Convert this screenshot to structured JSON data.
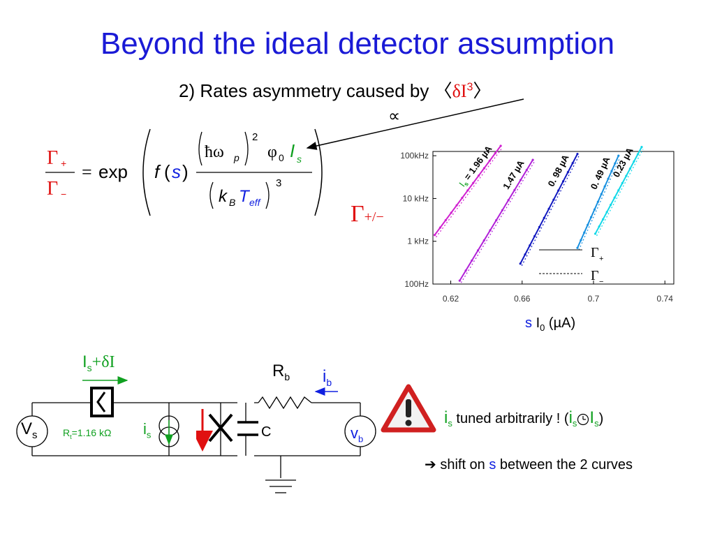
{
  "slide": {
    "title": "Beyond the ideal detector assumption",
    "subtitle_text": "2) Rates asymmetry caused by ",
    "subtitle_dI": "δI",
    "subtitle_pow": "3",
    "propto": "∝"
  },
  "formula": {
    "gamma_plus": "Γ",
    "plus_sign": "+",
    "gamma_minus": "Γ",
    "minus_sign": "−",
    "equals": "=",
    "exp": "exp",
    "f": "f",
    "s": "s",
    "hbar_omega": "ħω",
    "p": "p",
    "sq": "2",
    "phi0": "φ",
    "zero": "0",
    "I": "I",
    "k": "k",
    "B": "B",
    "T": "T",
    "eff": "eff",
    "cube": "3"
  },
  "chart_data": {
    "type": "line",
    "y_scale": "log",
    "y_ticks": [
      "100Hz",
      "1 kHz",
      "10 kHz",
      "100kHz"
    ],
    "x_ticks": [
      "0.62",
      "0.66",
      "0.7",
      "0.74"
    ],
    "xlabel_s": "s",
    "xlabel_rest": "I",
    "xlabel_sub": "0",
    "xlabel_unit": "(µA)",
    "ylabel": "Γ",
    "ylabel_sub": "+/−",
    "xlim": [
      0.61,
      0.745
    ],
    "legend": [
      {
        "label": "Γ",
        "sub": "+",
        "style": "solid"
      },
      {
        "label": "Γ",
        "sub": "−",
        "style": "dashed"
      }
    ],
    "series": [
      {
        "name": "I  = 1.96 µA",
        "color": "#d020d0",
        "x": [
          0.611,
          0.648
        ],
        "y": [
          1400,
          170000
        ]
      },
      {
        "name": "1.47 µA",
        "color": "#b020d8",
        "x": [
          0.625,
          0.666
        ],
        "y": [
          120,
          80000
        ]
      },
      {
        "name": "0. 98 µA",
        "color": "#1018c0",
        "x": [
          0.659,
          0.691
        ],
        "y": [
          300,
          110000
        ]
      },
      {
        "name": "0. 49 µA",
        "color": "#1890e0",
        "x": [
          0.691,
          0.714
        ],
        "y": [
          700,
          100000
        ]
      },
      {
        "name": "0.23 µA",
        "color": "#10d8e8",
        "x": [
          0.701,
          0.727
        ],
        "y": [
          1500,
          160000
        ]
      }
    ],
    "series_label_sub": "s"
  },
  "circuit": {
    "current_label": "I",
    "current_sub": "s",
    "current_plus": "+δI",
    "Vs": "V",
    "Vs_sub": "s",
    "Rt": "R",
    "Rt_sub": "t",
    "Rt_val": "=1.16 kΩ",
    "is_label": "i",
    "is_sub": "s",
    "Rb": "R",
    "Rb_sub": "b",
    "ib": "i",
    "ib_sub": "b",
    "C": "C",
    "vb": "v",
    "vb_sub": "b"
  },
  "notes": {
    "note1_i": "i",
    "note1_sub": "s",
    "note1_text": " tuned arbitrarily ! (",
    "note1_i2": "i",
    "note1_sub2": "s",
    "note1_I": "I",
    "note1_sub3": "s",
    "note1_close": ")",
    "arrow": "➔",
    "note2_text": " shift on ",
    "note2_s": "s",
    "note2_rest": " between the 2 curves"
  },
  "colors": {
    "title": "#1a1ad6",
    "accent_red": "#e01010",
    "accent_blue": "#1020e0",
    "accent_green": "#10a020"
  }
}
